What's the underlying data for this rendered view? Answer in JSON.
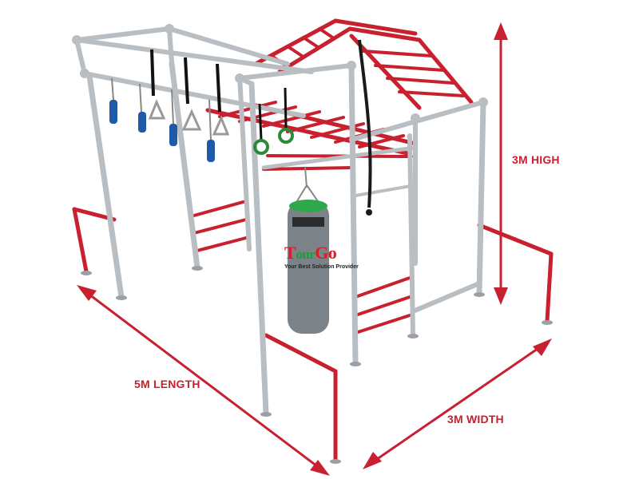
{
  "colors": {
    "steel_pipe": "#b9bec3",
    "red_pipe": "#c8202e",
    "arrow": "#c8202e",
    "label_text": "#c8202e",
    "bag": "#7b8388",
    "handle_blue": "#1e5aa8",
    "ring_green": "#2a8a3a",
    "logo_red": "#d81f26",
    "logo_green": "#1a9d3a"
  },
  "dimensions": {
    "height_label": "3M HIGH",
    "length_label": "5M LENGTH",
    "width_label": "3M WIDTH"
  },
  "logo": {
    "name_part1": "T",
    "name_part2": "our",
    "name_part3": "Go",
    "tagline": "Your Best Solution Provider"
  }
}
